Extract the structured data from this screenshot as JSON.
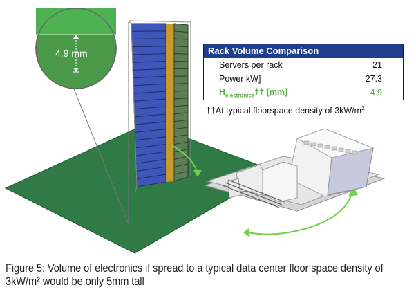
{
  "callout": {
    "measurement": "4.9 mm"
  },
  "table": {
    "title": "Rack Volume Comparison",
    "rows": [
      {
        "label": "Servers per rack",
        "value": "21"
      },
      {
        "label": "Power  kW]",
        "value": "27.3"
      }
    ],
    "h_row": {
      "label_main": "H",
      "label_sub": "electronics",
      "label_tail": "†† [mm]",
      "value": "4.9"
    }
  },
  "footnote": {
    "prefix": "††At typical floorspace density of 3kW/m",
    "sup": "2"
  },
  "caption": {
    "line1": "Figure 5: Volume of electronics if spread to a typical data center floor space density of",
    "line2": "3kW/m² would be only 5mm tall"
  },
  "colors": {
    "green_floor": "#2f7a45",
    "callout_green": "#4b9a4a",
    "server_blue": "#3f55b8",
    "table_header": "#1f3f8c",
    "h_row_green": "#56a843"
  }
}
